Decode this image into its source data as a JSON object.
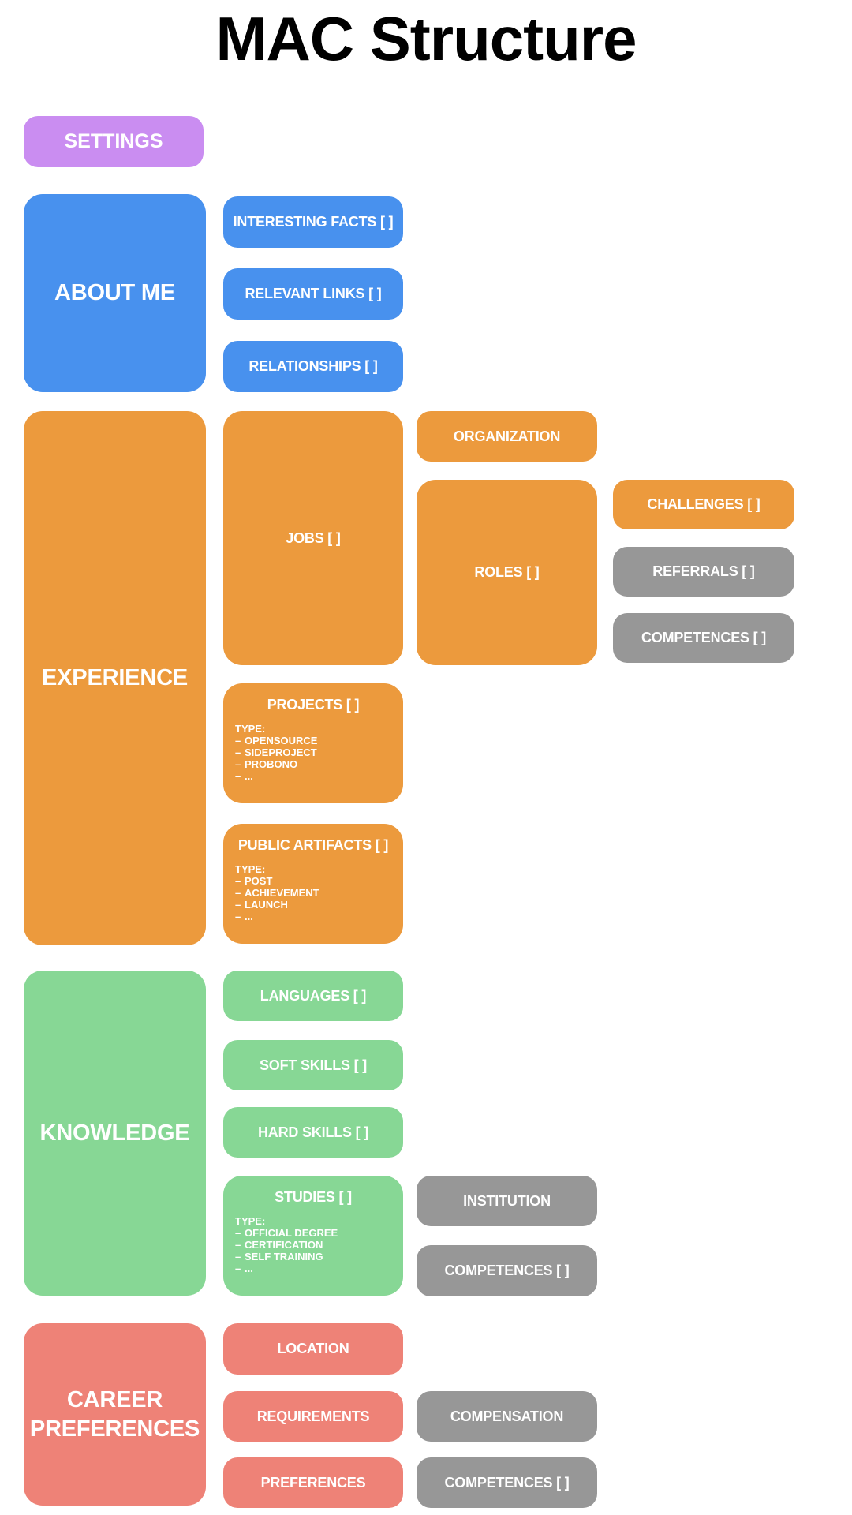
{
  "page_title": "MAC Structure",
  "colors": {
    "background": "#ffffff",
    "title": "#000000",
    "text": "#ffffff",
    "purple": "#ca8df1",
    "blue": "#4891ee",
    "orange": "#ec9a3d",
    "green": "#87d795",
    "salmon": "#ee8277",
    "gray": "#979797"
  },
  "nodes": {
    "settings": {
      "label": "SETTINGS"
    },
    "about_me": {
      "label": "ABOUT ME"
    },
    "interesting_facts": {
      "label": "INTERESTING FACTS [ ]"
    },
    "relevant_links": {
      "label": "RELEVANT LINKS [ ]"
    },
    "relationships": {
      "label": "RELATIONSHIPS [ ]"
    },
    "experience": {
      "label": "EXPERIENCE"
    },
    "jobs": {
      "label": "JOBS [ ]"
    },
    "organization": {
      "label": "ORGANIZATION"
    },
    "roles": {
      "label": "ROLES [ ]"
    },
    "challenges": {
      "label": "CHALLENGES [ ]"
    },
    "referrals": {
      "label": "REFERRALS [ ]"
    },
    "competences_roles": {
      "label": "COMPETENCES [ ]"
    },
    "projects": {
      "label": "PROJECTS [ ]",
      "sublist": {
        "heading": "TYPE:",
        "bullet": "–",
        "items": [
          "OPENSOURCE",
          "SIDEPROJECT",
          "PROBONO",
          "..."
        ]
      }
    },
    "public_artifacts": {
      "label": "PUBLIC ARTIFACTS [ ]",
      "sublist": {
        "heading": "TYPE:",
        "bullet": "–",
        "items": [
          "POST",
          "ACHIEVEMENT",
          "LAUNCH",
          "..."
        ]
      }
    },
    "knowledge": {
      "label": "KNOWLEDGE"
    },
    "languages": {
      "label": "LANGUAGES [ ]"
    },
    "soft_skills": {
      "label": "SOFT SKILLS [ ]"
    },
    "hard_skills": {
      "label": "HARD SKILLS [ ]"
    },
    "studies": {
      "label": "STUDIES [ ]",
      "sublist": {
        "heading": "TYPE:",
        "bullet": "–",
        "items": [
          "OFFICIAL DEGREE",
          "CERTIFICATION",
          "SELF TRAINING",
          "..."
        ]
      }
    },
    "institution": {
      "label": "INSTITUTION"
    },
    "competences_studies": {
      "label": "COMPETENCES [ ]"
    },
    "career_preferences": {
      "label": "CAREER PREFERENCES"
    },
    "location": {
      "label": "LOCATION"
    },
    "requirements": {
      "label": "REQUIREMENTS"
    },
    "compensation": {
      "label": "COMPENSATION"
    },
    "preferences": {
      "label": "PREFERENCES"
    },
    "competences_career": {
      "label": "COMPETENCES [ ]"
    }
  }
}
